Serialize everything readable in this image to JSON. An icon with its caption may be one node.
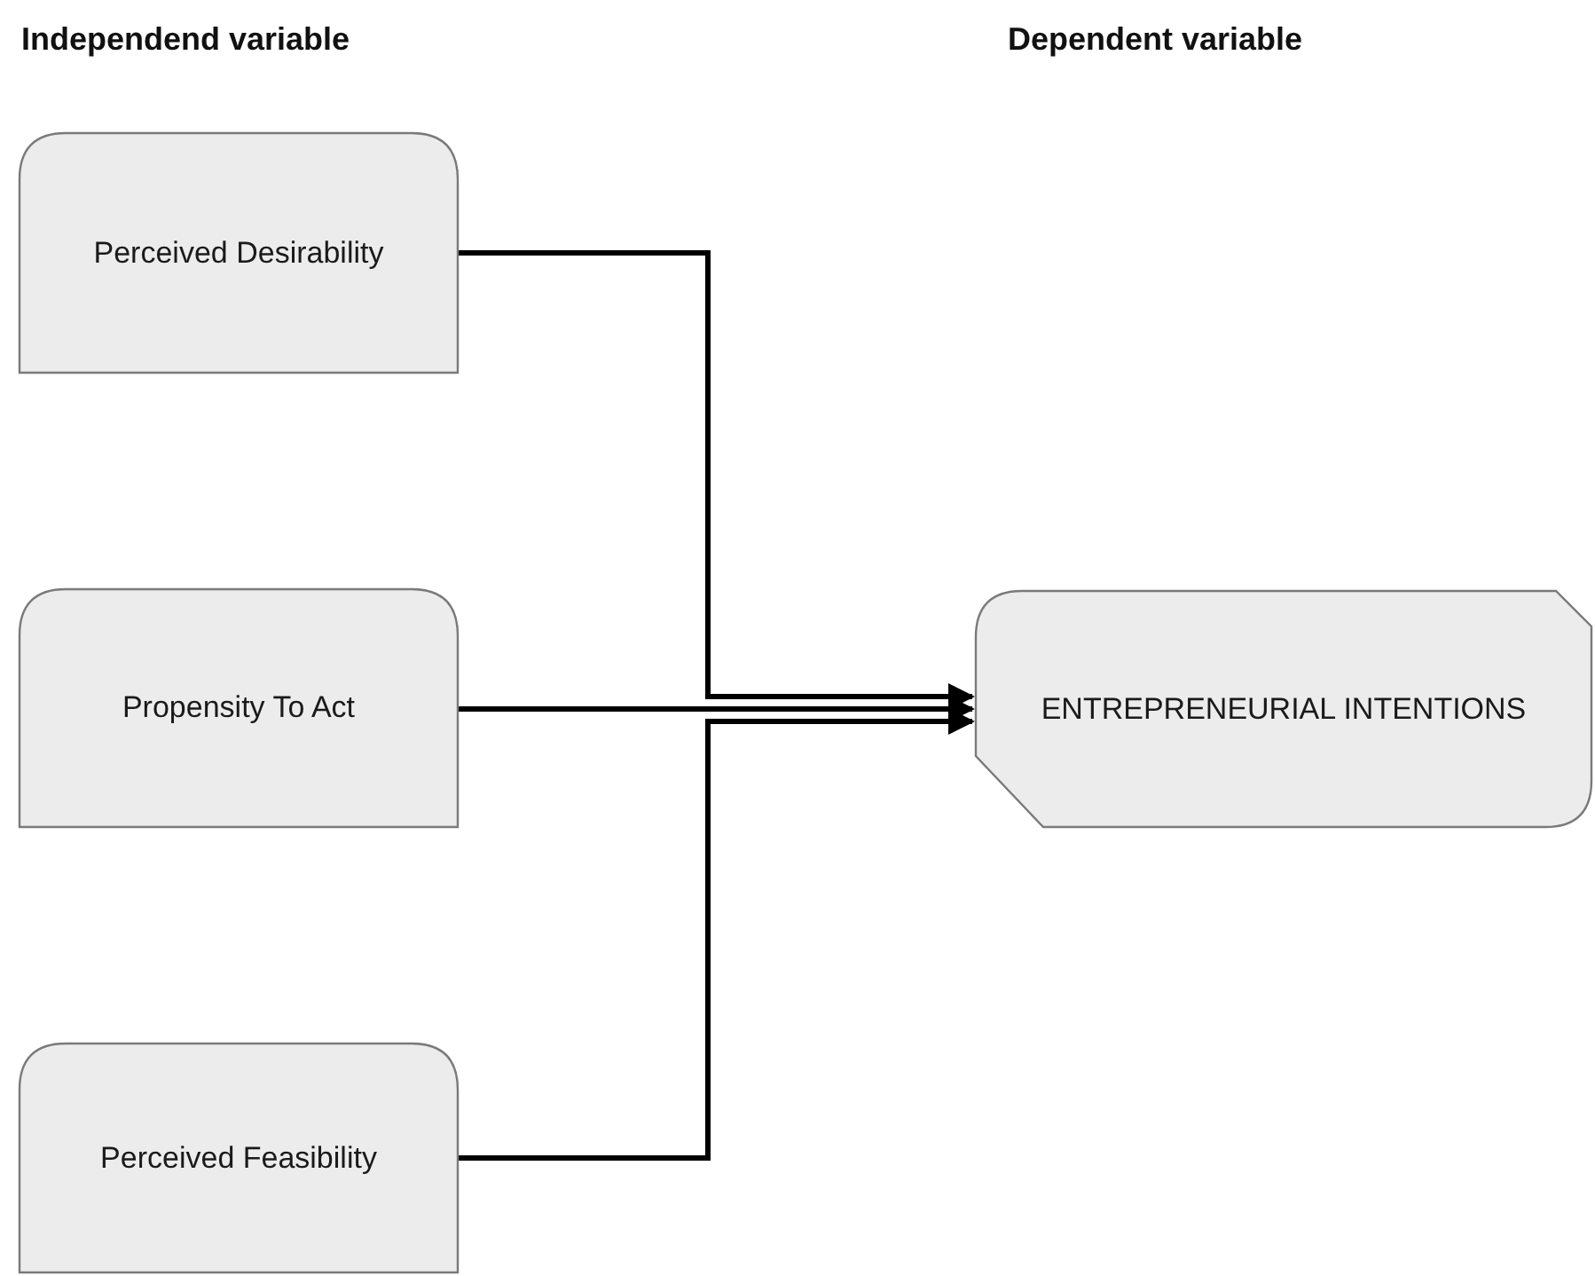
{
  "diagram": {
    "nodes": [
      {
        "text": [
          "Perceived Desirability"
        ]
      },
      {
        "text": [
          "Propensity To Act"
        ]
      },
      {
        "text": [
          "Perceived Feasibility"
        ]
      },
      {
        "text": [
          "ENTREPRENEURIAL INTENTIONS"
        ]
      }
    ],
    "edges": [
      {
        "from": 0,
        "to": 3,
        "arrow": "to"
      },
      {
        "from": 1,
        "to": 3,
        "arrow": "to"
      },
      {
        "from": 2,
        "to": 3,
        "arrow": "to"
      }
    ],
    "labels": [
      "Independend variable",
      "Dependent variable"
    ]
  }
}
